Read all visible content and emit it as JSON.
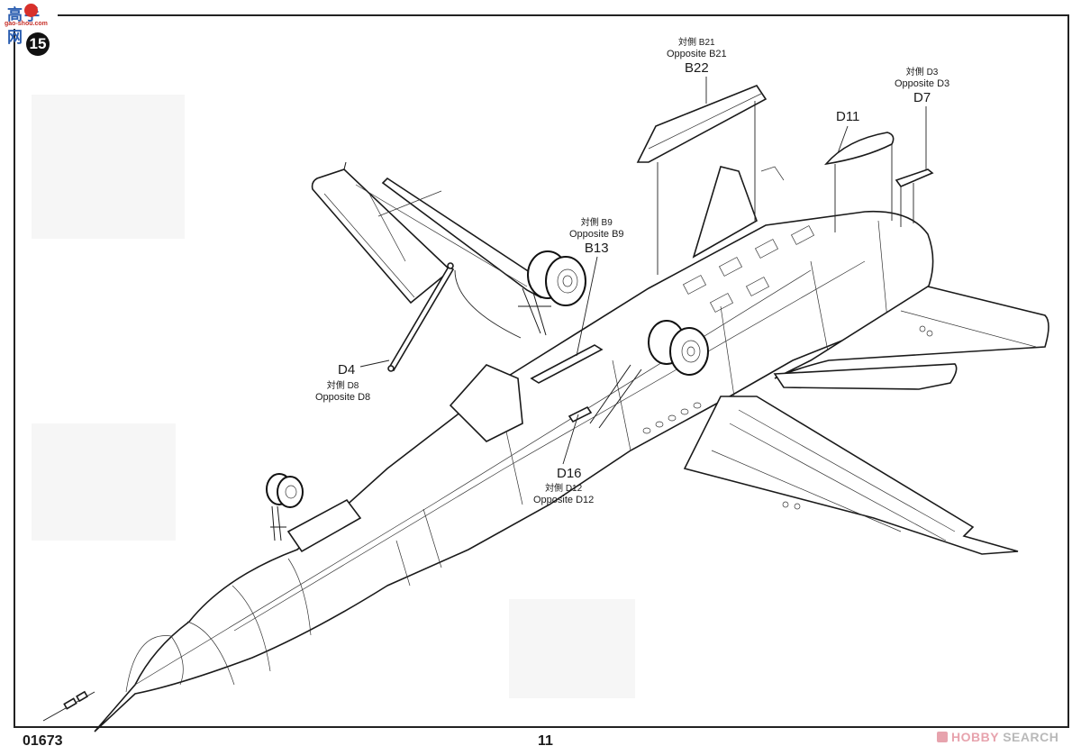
{
  "header": {
    "site_logo": {
      "text_cn": "高手网",
      "url_text": "gao-shou.com"
    },
    "step_number": "15"
  },
  "callouts": [
    {
      "id": "b22",
      "cn": "対側 B21",
      "opposite": "Opposite  B21",
      "part": "B22"
    },
    {
      "id": "d7",
      "cn": "対側 D3",
      "opposite": "Opposite  D3",
      "part": "D7"
    },
    {
      "id": "d11",
      "cn": "",
      "opposite": "",
      "part": "D11"
    },
    {
      "id": "b13",
      "cn": "対側  B9",
      "opposite": "Opposite  B9",
      "part": "B13"
    },
    {
      "id": "d4",
      "cn": "",
      "opposite": "",
      "part": "D4"
    },
    {
      "id": "d8",
      "cn": "対側 D8",
      "opposite": "Opposite  D8",
      "part": ""
    },
    {
      "id": "d16",
      "cn": "",
      "opposite": "",
      "part": "D16"
    },
    {
      "id": "d12",
      "cn": "対側  D12",
      "opposite": "Opposite  D12",
      "part": ""
    }
  ],
  "footer": {
    "kit_code": "01673",
    "page_number": "11",
    "watermark_brand": "HOBBY",
    "watermark_suffix": " SEARCH"
  },
  "colors": {
    "line": "#1a1a1a",
    "logo_blue": "#2a5db0",
    "logo_red": "#c7312a",
    "watermark_pink": "#e7a3ad",
    "watermark_gray": "#b9b9b9"
  }
}
